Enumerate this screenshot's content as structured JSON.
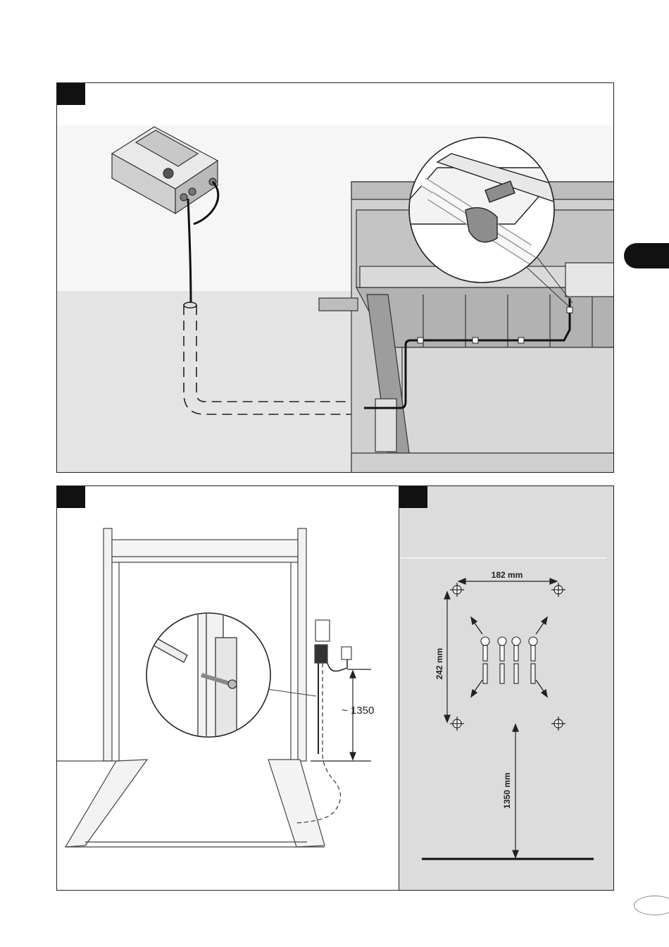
{
  "colors": {
    "panel_border": "#222222",
    "corner_tab": "#111111",
    "floor_gray": "#e3e3e3",
    "panel_c_bg": "#dcdcdc",
    "line": "#222222"
  },
  "panel_b": {
    "height_label": "~ 1350"
  },
  "panel_c": {
    "width_label": "182 mm",
    "height_label": "242 mm",
    "floor_label": "1350 mm"
  }
}
